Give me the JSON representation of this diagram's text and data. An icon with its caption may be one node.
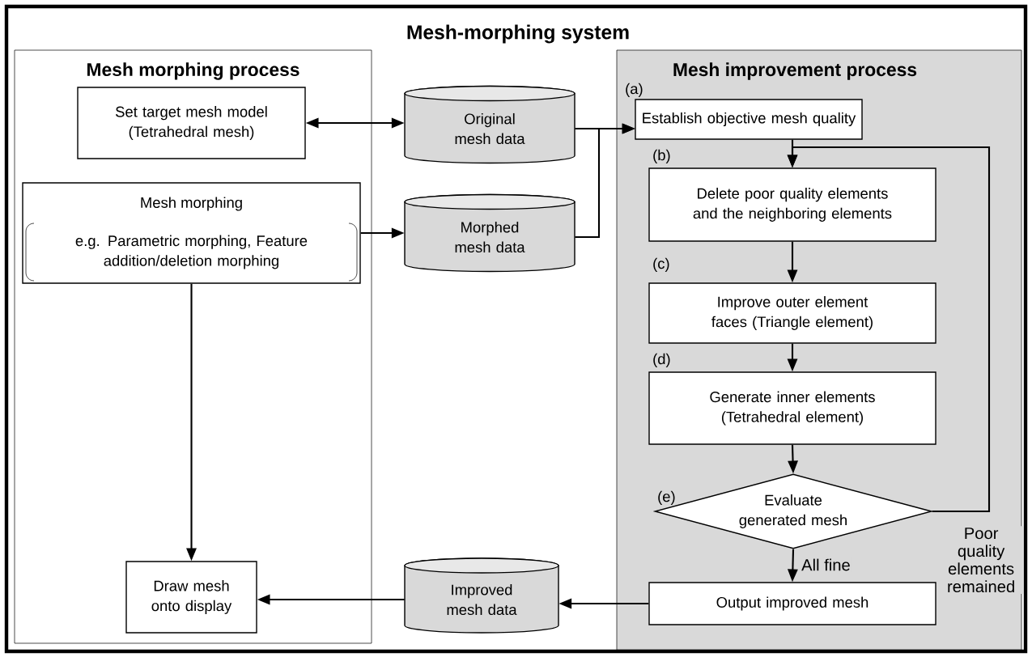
{
  "diagram": {
    "title": "Mesh-morphing system",
    "nodes": [
      {
        "text": [
          "Mesh morphing process"
        ]
      },
      {
        "text": [
          "Set target mesh model (Tetrahedral mesh)"
        ],
        "in": 0
      },
      {
        "text": [
          "Mesh morphing",
          "e.g. Parametric morphing, Feature addition/deletion morphing"
        ],
        "in": 0
      },
      {
        "text": [
          "Draw mesh onto display"
        ],
        "in": 0
      },
      {
        "text": [
          "Original mesh data"
        ]
      },
      {
        "text": [
          "Morphed mesh data"
        ]
      },
      {
        "text": [
          "Improved mesh data"
        ]
      },
      {
        "text": [
          "Mesh improvement process"
        ]
      },
      {
        "text": [
          "Establish objective mesh quality"
        ],
        "in": 7,
        "beside": [
          "(a)"
        ]
      },
      {
        "text": [
          "Delete poor quality elements and the neighboring elements"
        ],
        "in": 7,
        "beside": [
          "(b)"
        ]
      },
      {
        "text": [
          "Improve outer element faces (Triangle element)"
        ],
        "in": 7,
        "beside": [
          "(c)"
        ]
      },
      {
        "text": [
          "Generate inner elements (Tetrahedral element)"
        ],
        "in": 7,
        "beside": [
          "(d)"
        ]
      },
      {
        "text": [
          "Evaluate generated mesh"
        ],
        "in": 7,
        "beside": [
          "(e)"
        ]
      },
      {
        "text": [
          "Output improved mesh"
        ],
        "in": 7
      }
    ],
    "edges": [
      {
        "from": 1,
        "to": 4,
        "arrow": "both"
      },
      {
        "from": 2,
        "to": 5,
        "arrow": "to"
      },
      {
        "from": 4,
        "to": 8,
        "arrow": "to"
      },
      {
        "from": 5,
        "to": 8,
        "arrow": "to"
      },
      {
        "from": 8,
        "to": 9,
        "arrow": "to"
      },
      {
        "from": 9,
        "to": 10,
        "arrow": "to"
      },
      {
        "from": 10,
        "to": 11,
        "arrow": "to"
      },
      {
        "from": 11,
        "to": 12,
        "arrow": "to"
      },
      {
        "from": 12,
        "to": 9,
        "arrow": "to",
        "label": "Poor quality elements remained"
      },
      {
        "from": 12,
        "to": 13,
        "arrow": "to",
        "label": "All fine"
      },
      {
        "from": 13,
        "to": 6,
        "arrow": "to"
      },
      {
        "from": 6,
        "to": 3,
        "arrow": "to"
      },
      {
        "from": 2,
        "to": 3,
        "arrow": "to"
      }
    ]
  }
}
